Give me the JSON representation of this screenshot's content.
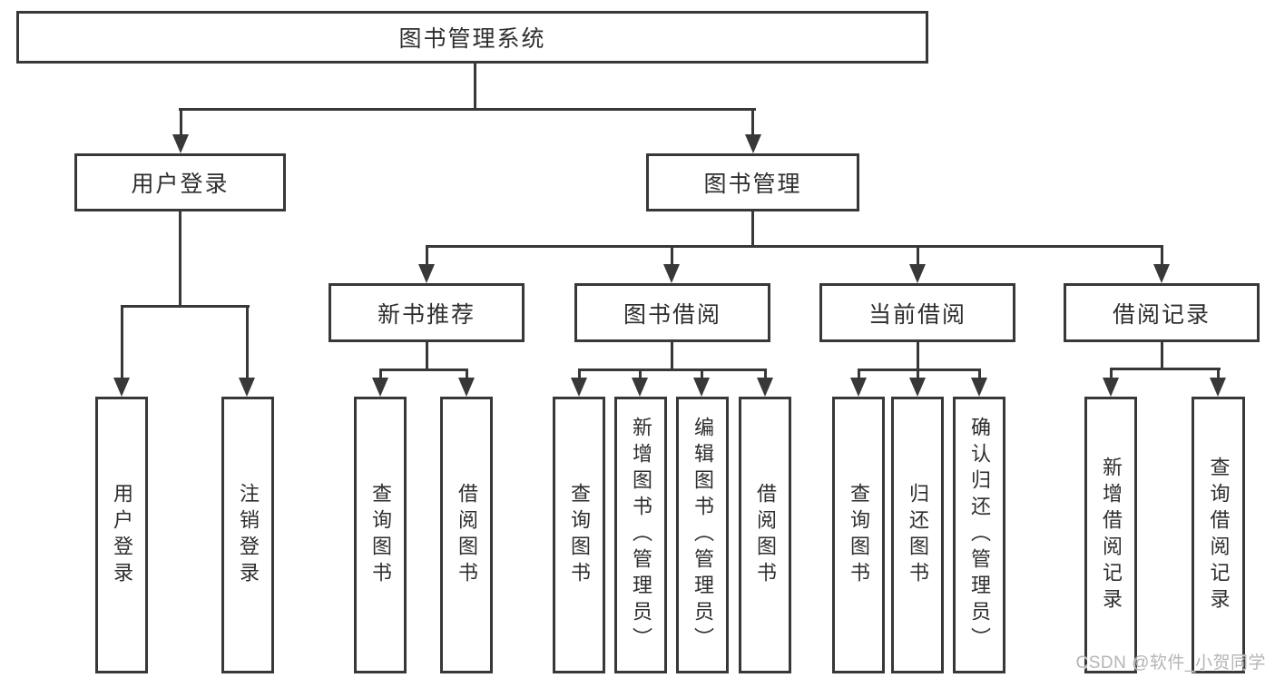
{
  "diagram": {
    "colors": {
      "line": "#383838",
      "text": "#2e2e2e",
      "watermark": "#b5b5b5",
      "background": "#ffffff"
    },
    "tree": {
      "label": "图书管理系统",
      "children": [
        {
          "label": "用户登录",
          "children": [
            {
              "label": "用户登录"
            },
            {
              "label": "注销登录"
            }
          ]
        },
        {
          "label": "图书管理",
          "children": [
            {
              "label": "新书推荐",
              "children": [
                {
                  "label": "查询图书"
                },
                {
                  "label": "借阅图书"
                }
              ]
            },
            {
              "label": "图书借阅",
              "children": [
                {
                  "label": "查询图书"
                },
                {
                  "label": "新增图书（管理员）"
                },
                {
                  "label": "编辑图书（管理员）"
                },
                {
                  "label": "借阅图书"
                }
              ]
            },
            {
              "label": "当前借阅",
              "children": [
                {
                  "label": "查询图书"
                },
                {
                  "label": "归还图书"
                },
                {
                  "label": "确认归还（管理员）"
                }
              ]
            },
            {
              "label": "借阅记录",
              "children": [
                {
                  "label": "新增借阅记录"
                },
                {
                  "label": "查询借阅记录"
                }
              ]
            }
          ]
        }
      ]
    },
    "watermark": "CSDN @软件_小贺同学"
  }
}
